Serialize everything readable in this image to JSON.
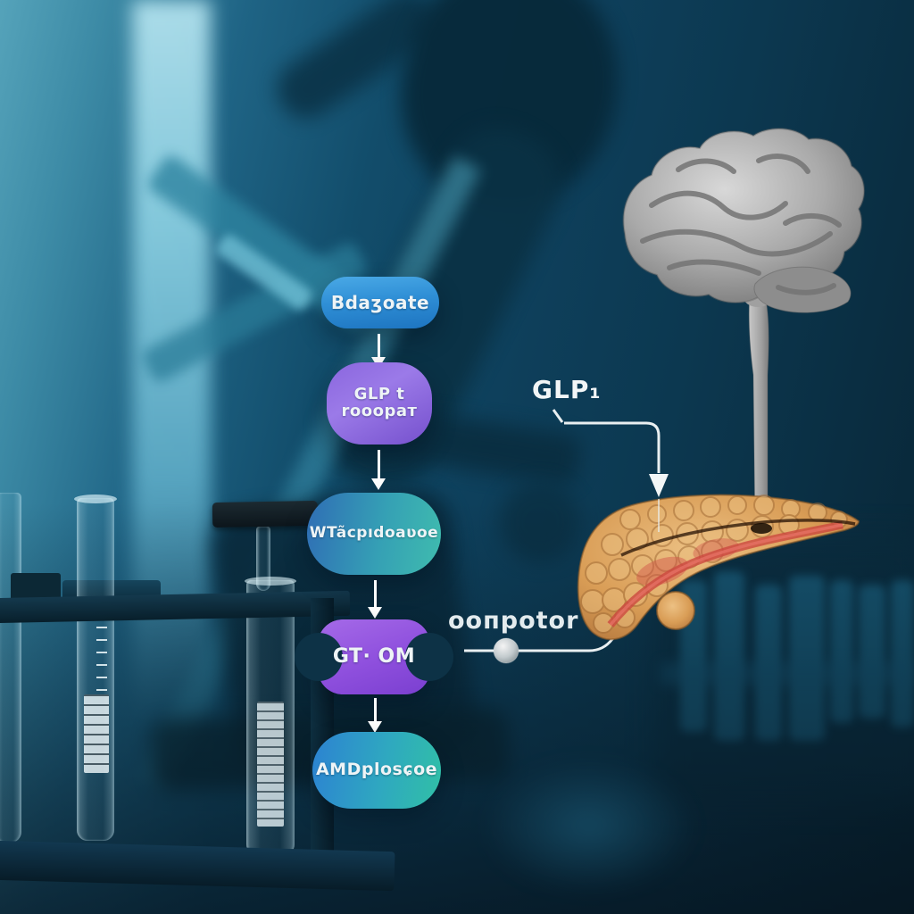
{
  "flowchart": {
    "nodes": [
      {
        "label": "Bdaʒoate",
        "shape": "cloud",
        "color_top": "#45a6e4",
        "color_bottom": "#1d74c0"
      },
      {
        "label": "GLP t rooopaт",
        "shape": "peanut",
        "color_top": "#9b7ae8",
        "color_bottom": "#7550cd"
      },
      {
        "label": "WTãcpıdoaʋoe",
        "shape": "pill",
        "color_left": "#2f6db5",
        "color_right": "#3fbcae"
      },
      {
        "label": "GT· OM",
        "shape": "pinched",
        "color_top": "#a56ae8",
        "color_bottom": "#7a3fd0"
      },
      {
        "label": "AMDplosɕoe",
        "shape": "pill",
        "color_left": "#2c82d2",
        "color_right": "#30c0a6"
      }
    ],
    "arrow_color": "#ffffff",
    "label_color": "#eef4f6"
  },
  "annotations": {
    "glp1_label": "GLP₁",
    "receptor_label": "ooпpotor",
    "connector_color": "#e9eff1"
  },
  "organs": {
    "brain_color": "#a8a8a8",
    "pancreas_color": "#d99d56",
    "pancreas_duct_color": "#cc4840"
  },
  "background": {
    "base_color": "#0e3d54",
    "highlight_color": "#8ed2e4",
    "lab_items": [
      "microscope",
      "test-tube-rack",
      "blurred-test-tubes"
    ]
  }
}
